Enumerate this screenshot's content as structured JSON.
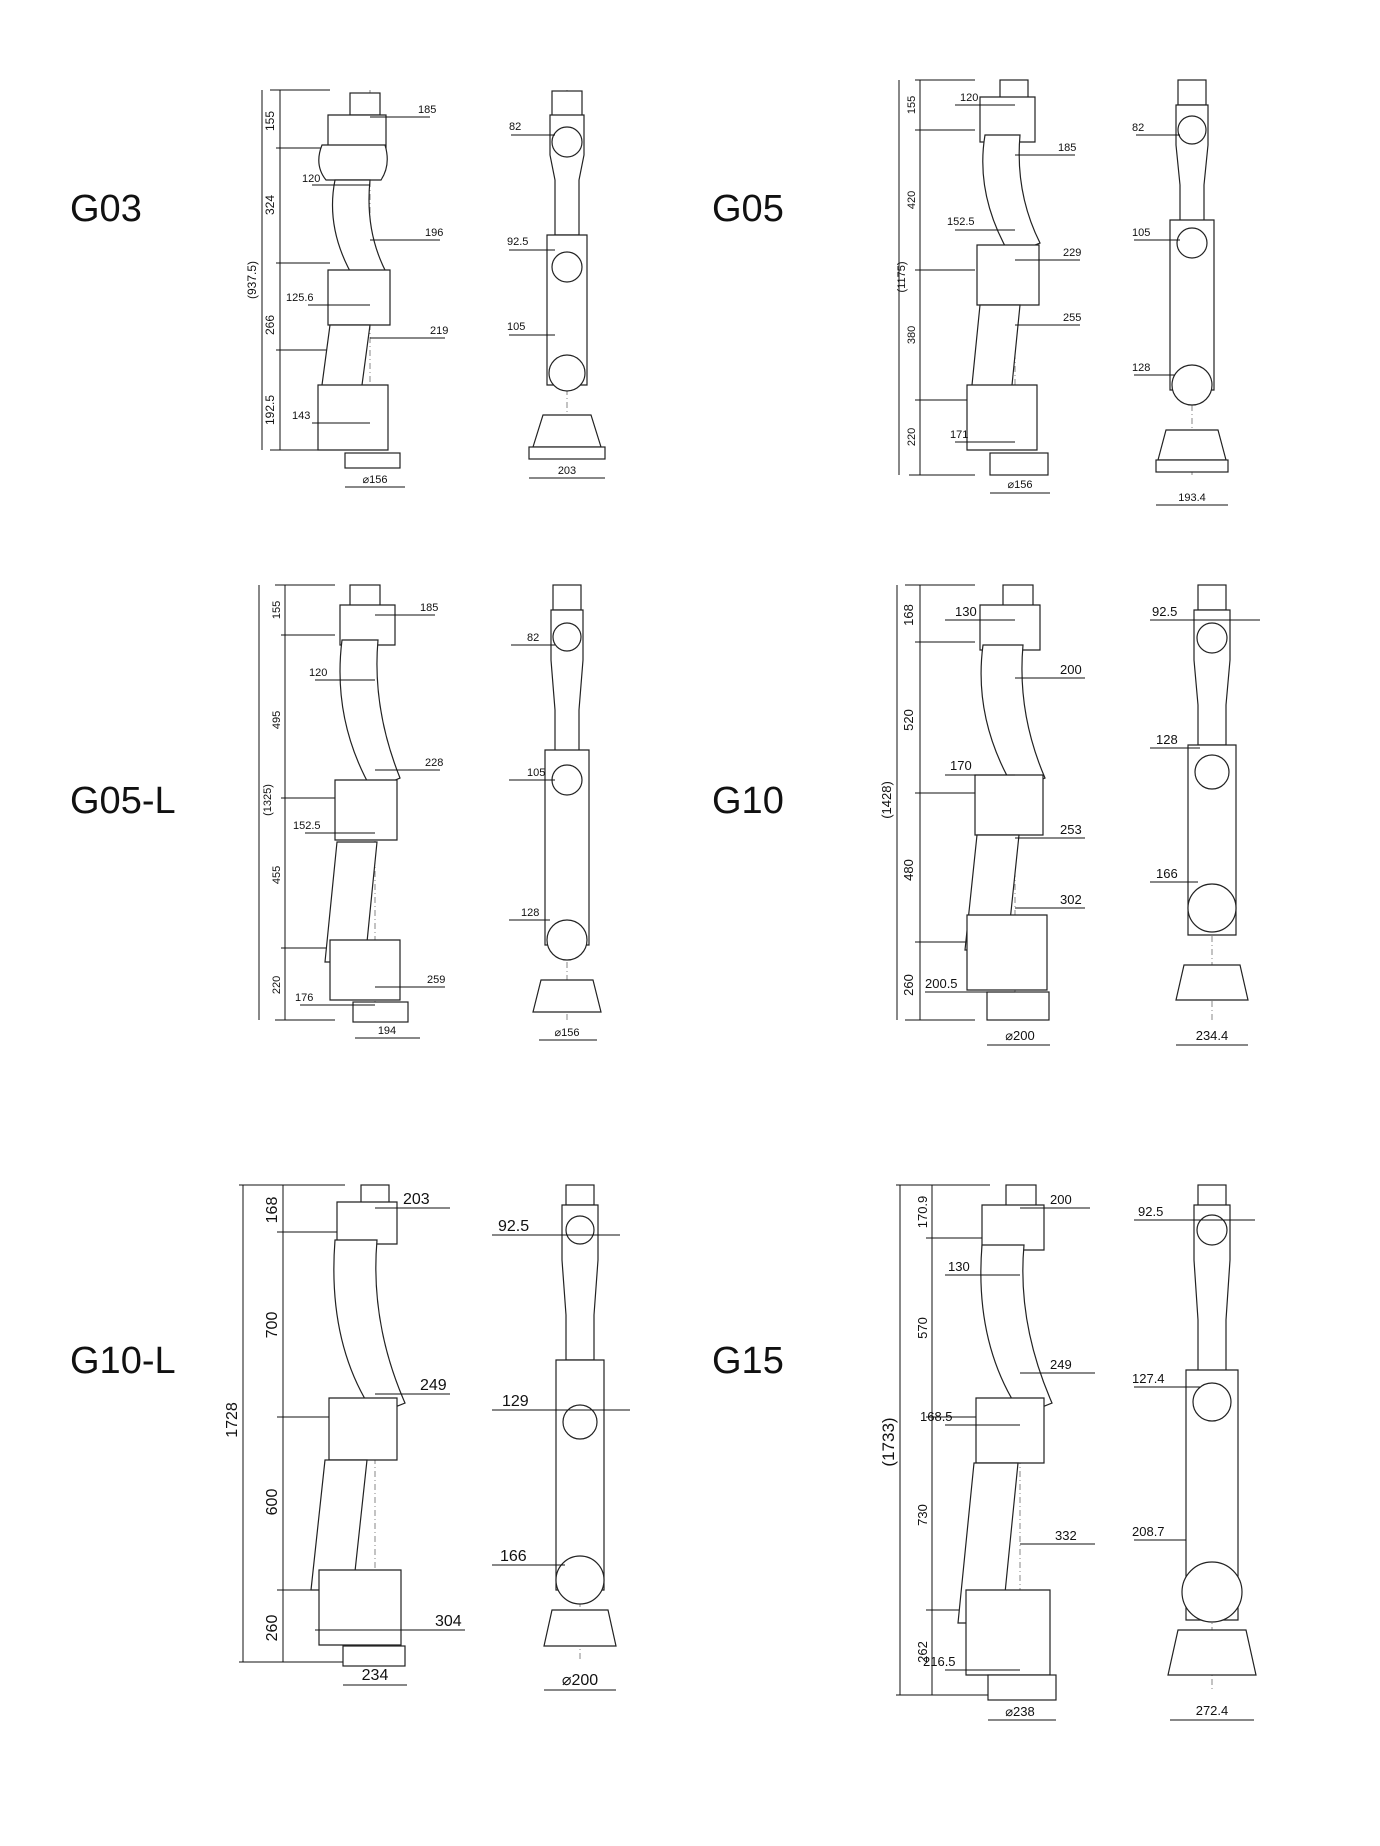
{
  "models": [
    {
      "name": "G03",
      "total": "(937.5)",
      "side_heights": [
        "155",
        "324",
        "266",
        "192.5"
      ],
      "side_widths": [
        "185",
        "120",
        "196",
        "125.6",
        "219",
        "143"
      ],
      "base_side": "⌀156",
      "front_widths": [
        "82",
        "92.5",
        "105"
      ],
      "base_front": "203"
    },
    {
      "name": "G05",
      "total": "(1175)",
      "side_heights": [
        "155",
        "420",
        "380",
        "220"
      ],
      "side_widths": [
        "120",
        "185",
        "152.5",
        "229",
        "255",
        "171"
      ],
      "base_side": "⌀156",
      "front_widths": [
        "82",
        "105",
        "128"
      ],
      "base_front": "193.4"
    },
    {
      "name": "G05-L",
      "total": "(1325)",
      "side_heights": [
        "155",
        "495",
        "455",
        "220"
      ],
      "side_widths": [
        "185",
        "120",
        "228",
        "152.5",
        "259",
        "176"
      ],
      "base_side": "194",
      "front_widths": [
        "82",
        "105",
        "128"
      ],
      "base_front": "⌀156"
    },
    {
      "name": "G10",
      "total": "(1428)",
      "side_heights": [
        "168",
        "520",
        "480",
        "260"
      ],
      "side_widths": [
        "130",
        "200",
        "170",
        "253",
        "302",
        "200.5"
      ],
      "base_side": "⌀200",
      "front_widths": [
        "92.5",
        "128",
        "166"
      ],
      "base_front": "234.4"
    },
    {
      "name": "G10-L",
      "total": "1728",
      "side_heights": [
        "168",
        "700",
        "600",
        "260"
      ],
      "side_widths": [
        "203",
        "249",
        "304"
      ],
      "base_side": "234",
      "front_widths": [
        "92.5",
        "129",
        "166"
      ],
      "base_front": "⌀200"
    },
    {
      "name": "G15",
      "total": "(1733)",
      "side_heights": [
        "170.9",
        "570",
        "730",
        "262"
      ],
      "side_widths": [
        "200",
        "130",
        "249",
        "168.5",
        "332",
        "216.5"
      ],
      "base_side": "⌀238",
      "front_widths": [
        "92.5",
        "127.4",
        "208.7"
      ],
      "base_front": "272.4"
    }
  ]
}
